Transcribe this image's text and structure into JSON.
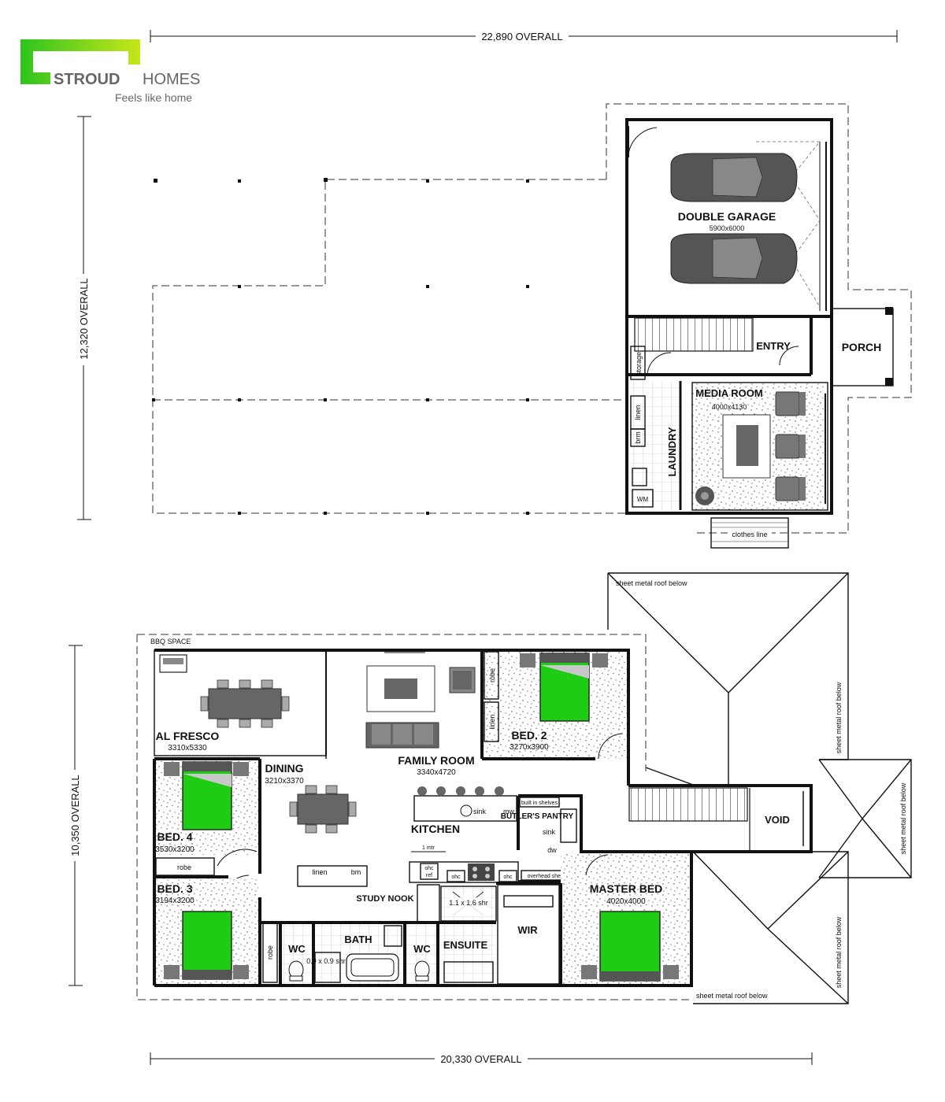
{
  "brand": {
    "name_bold": "STROUD",
    "name_light": "HOMES",
    "tagline": "Feels like home",
    "colors": {
      "logo_green": "#2ec41f",
      "logo_gradient_end": "#c8e61a",
      "logo_text": "#666666",
      "bed_green": "#1fcc14"
    }
  },
  "dimensions": {
    "upper_overall": "22,890 OVERALL",
    "upper_side": "12,320 OVERALL",
    "lower_overall": "20,330 OVERALL",
    "lower_side": "10,350 OVERALL"
  },
  "upper_floor": {
    "garage": {
      "name": "DOUBLE GARAGE",
      "size": "5900x6000"
    },
    "entry": "ENTRY",
    "porch": "PORCH",
    "media": {
      "name": "MEDIA ROOM",
      "size": "4000x4130"
    },
    "laundry": "LAUNDRY",
    "storage": "storage",
    "linen": "linen",
    "broom": "brm",
    "wm": "WM",
    "clothes_line": "clothes line"
  },
  "lower_floor": {
    "bbq": "BBQ SPACE",
    "alfresco": {
      "name": "AL FRESCO",
      "size": "3310x5330"
    },
    "family": {
      "name": "FAMILY ROOM",
      "size": "3340x4720"
    },
    "dining": {
      "name": "DINING",
      "size": "3210x3370"
    },
    "kitchen": "KITCHEN",
    "butlers": "BUTLER'S PANTRY",
    "built_in_shelves": "built in shelves",
    "overhead_shelving": "overhead shelving",
    "sink": "sink",
    "mw": "mw",
    "dw": "dw",
    "ohc": "ohc",
    "ref": "ref",
    "bed2": {
      "name": "BED. 2",
      "size": "3270x3900"
    },
    "bed3": {
      "name": "BED. 3",
      "size": "3194x3200"
    },
    "bed4": {
      "name": "BED. 4",
      "size": "3530x3200"
    },
    "master": {
      "name": "MASTER BED",
      "size": "4020x4000"
    },
    "study": "STUDY NOOK",
    "bath": "BATH",
    "wc": "WC",
    "ensuite": "ENSUITE",
    "wir": "WIR",
    "void": "VOID",
    "robe": "robe",
    "linen": "linen",
    "bm": "bm",
    "shower_small": "0.9 x 0.9 shr",
    "shower_large": "1.1 x 1.6 shr",
    "scale_1m": "1 mtr",
    "roof_note": "sheet metal roof below"
  }
}
